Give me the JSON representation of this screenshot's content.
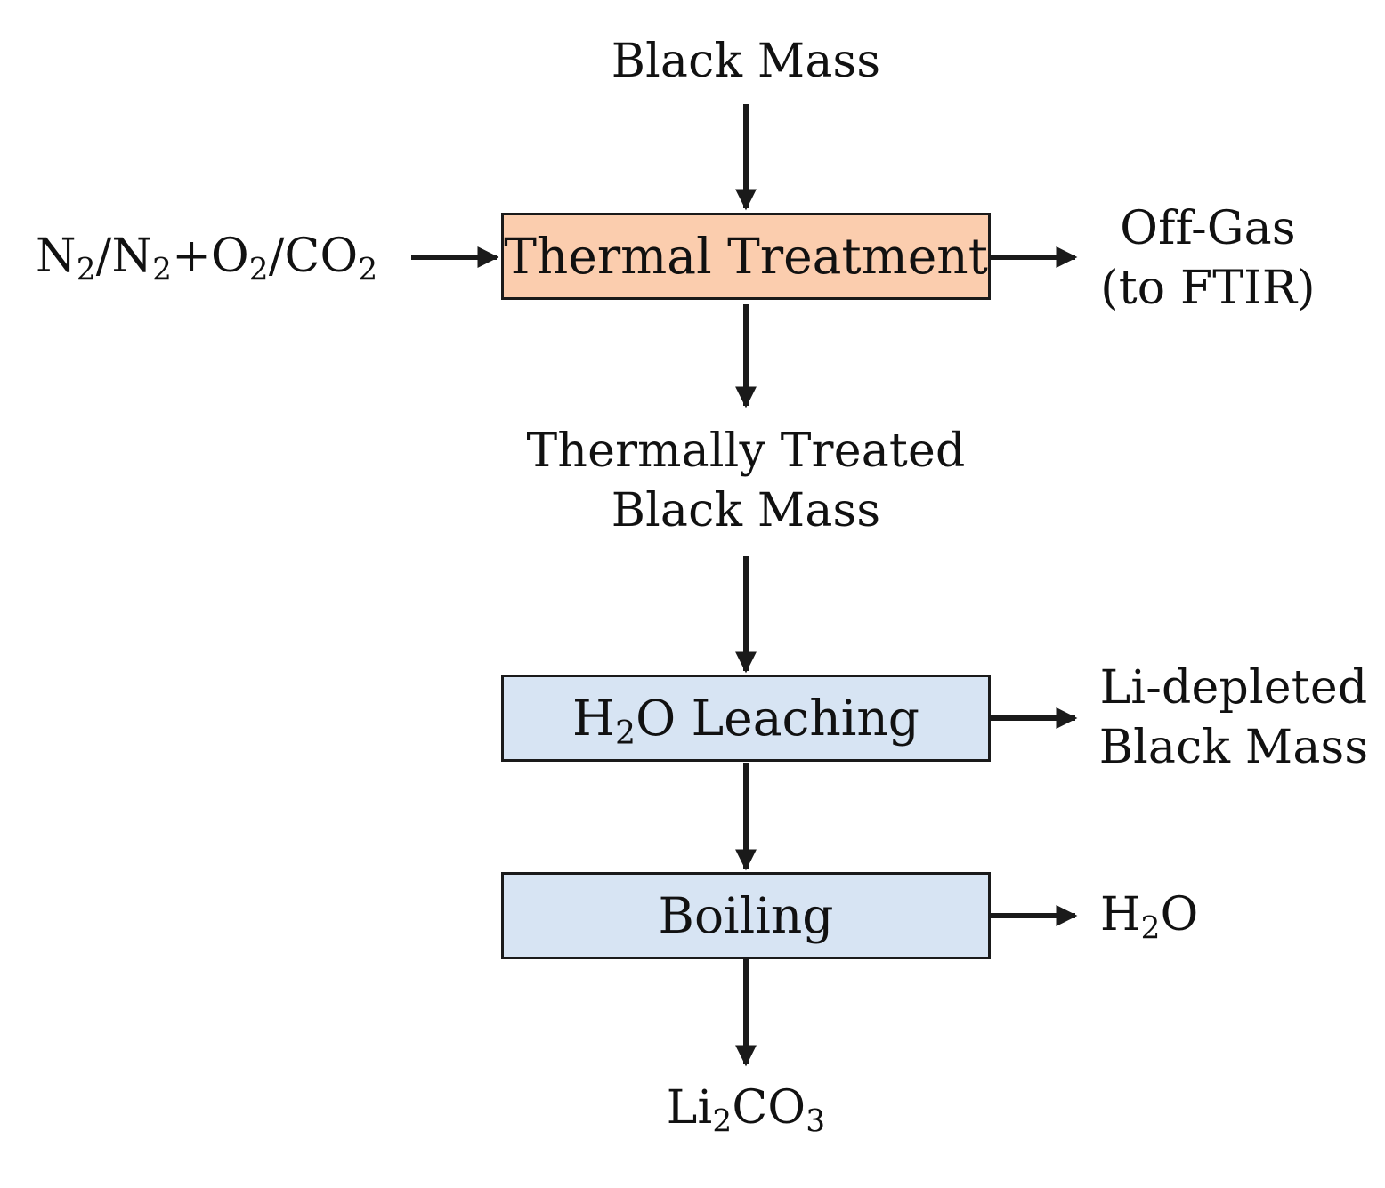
{
  "colors": {
    "thermal_fill": "#FBCDAE",
    "leach_fill": "#D7E4F3",
    "boil_fill": "#D7E4F3",
    "stroke": "#1a1a1a",
    "text": "#111111"
  },
  "inputs": {
    "top": "Black Mass",
    "left": {
      "n1": "N",
      "s1": "2",
      "sep1": "/N",
      "s2": "2",
      "plus": "+O",
      "s3": "2",
      "sep2": "/CO",
      "s4": "2"
    }
  },
  "steps": {
    "thermal": "Thermal Treatment",
    "leach": {
      "h": "H",
      "sub": "2",
      "rest": "O Leaching"
    },
    "boil": "Boiling"
  },
  "intermediate": {
    "line1": "Thermally Treated",
    "line2": "Black Mass"
  },
  "outputs": {
    "offgas": {
      "line1": "Off-Gas",
      "line2": "(to FTIR)"
    },
    "depleted": {
      "line1": "Li-depleted",
      "line2": "Black Mass"
    },
    "water": {
      "h": "H",
      "sub": "2",
      "rest": "O"
    },
    "product": {
      "li": "Li",
      "sub1": "2",
      "co": "CO",
      "sub2": "3"
    }
  }
}
